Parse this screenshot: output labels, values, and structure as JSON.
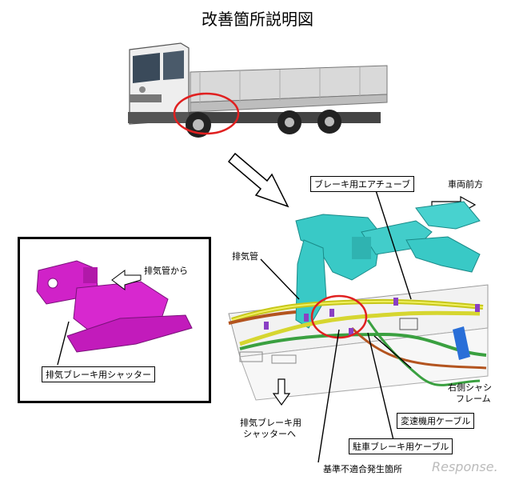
{
  "title": "改善箇所説明図",
  "labels": {
    "brake_air_tube": "ブレーキ用エアチューブ",
    "vehicle_front": "車両前方",
    "exhaust_pipe": "排気管",
    "from_exhaust_pipe": "排気管から",
    "exhaust_brake_shutter": "排気ブレーキ用シャッター",
    "right_chassis_frame_1": "右側シャシ",
    "right_chassis_frame_2": "フレーム",
    "transmission_cable": "変速機用ケーブル",
    "parking_brake_cable": "駐車ブレーキ用ケーブル",
    "nonconformity_location": "基準不適合発生箇所",
    "to_shutter_1": "排気ブレーキ用",
    "to_shutter_2": "シャッターへ"
  },
  "watermark": "Response."
}
